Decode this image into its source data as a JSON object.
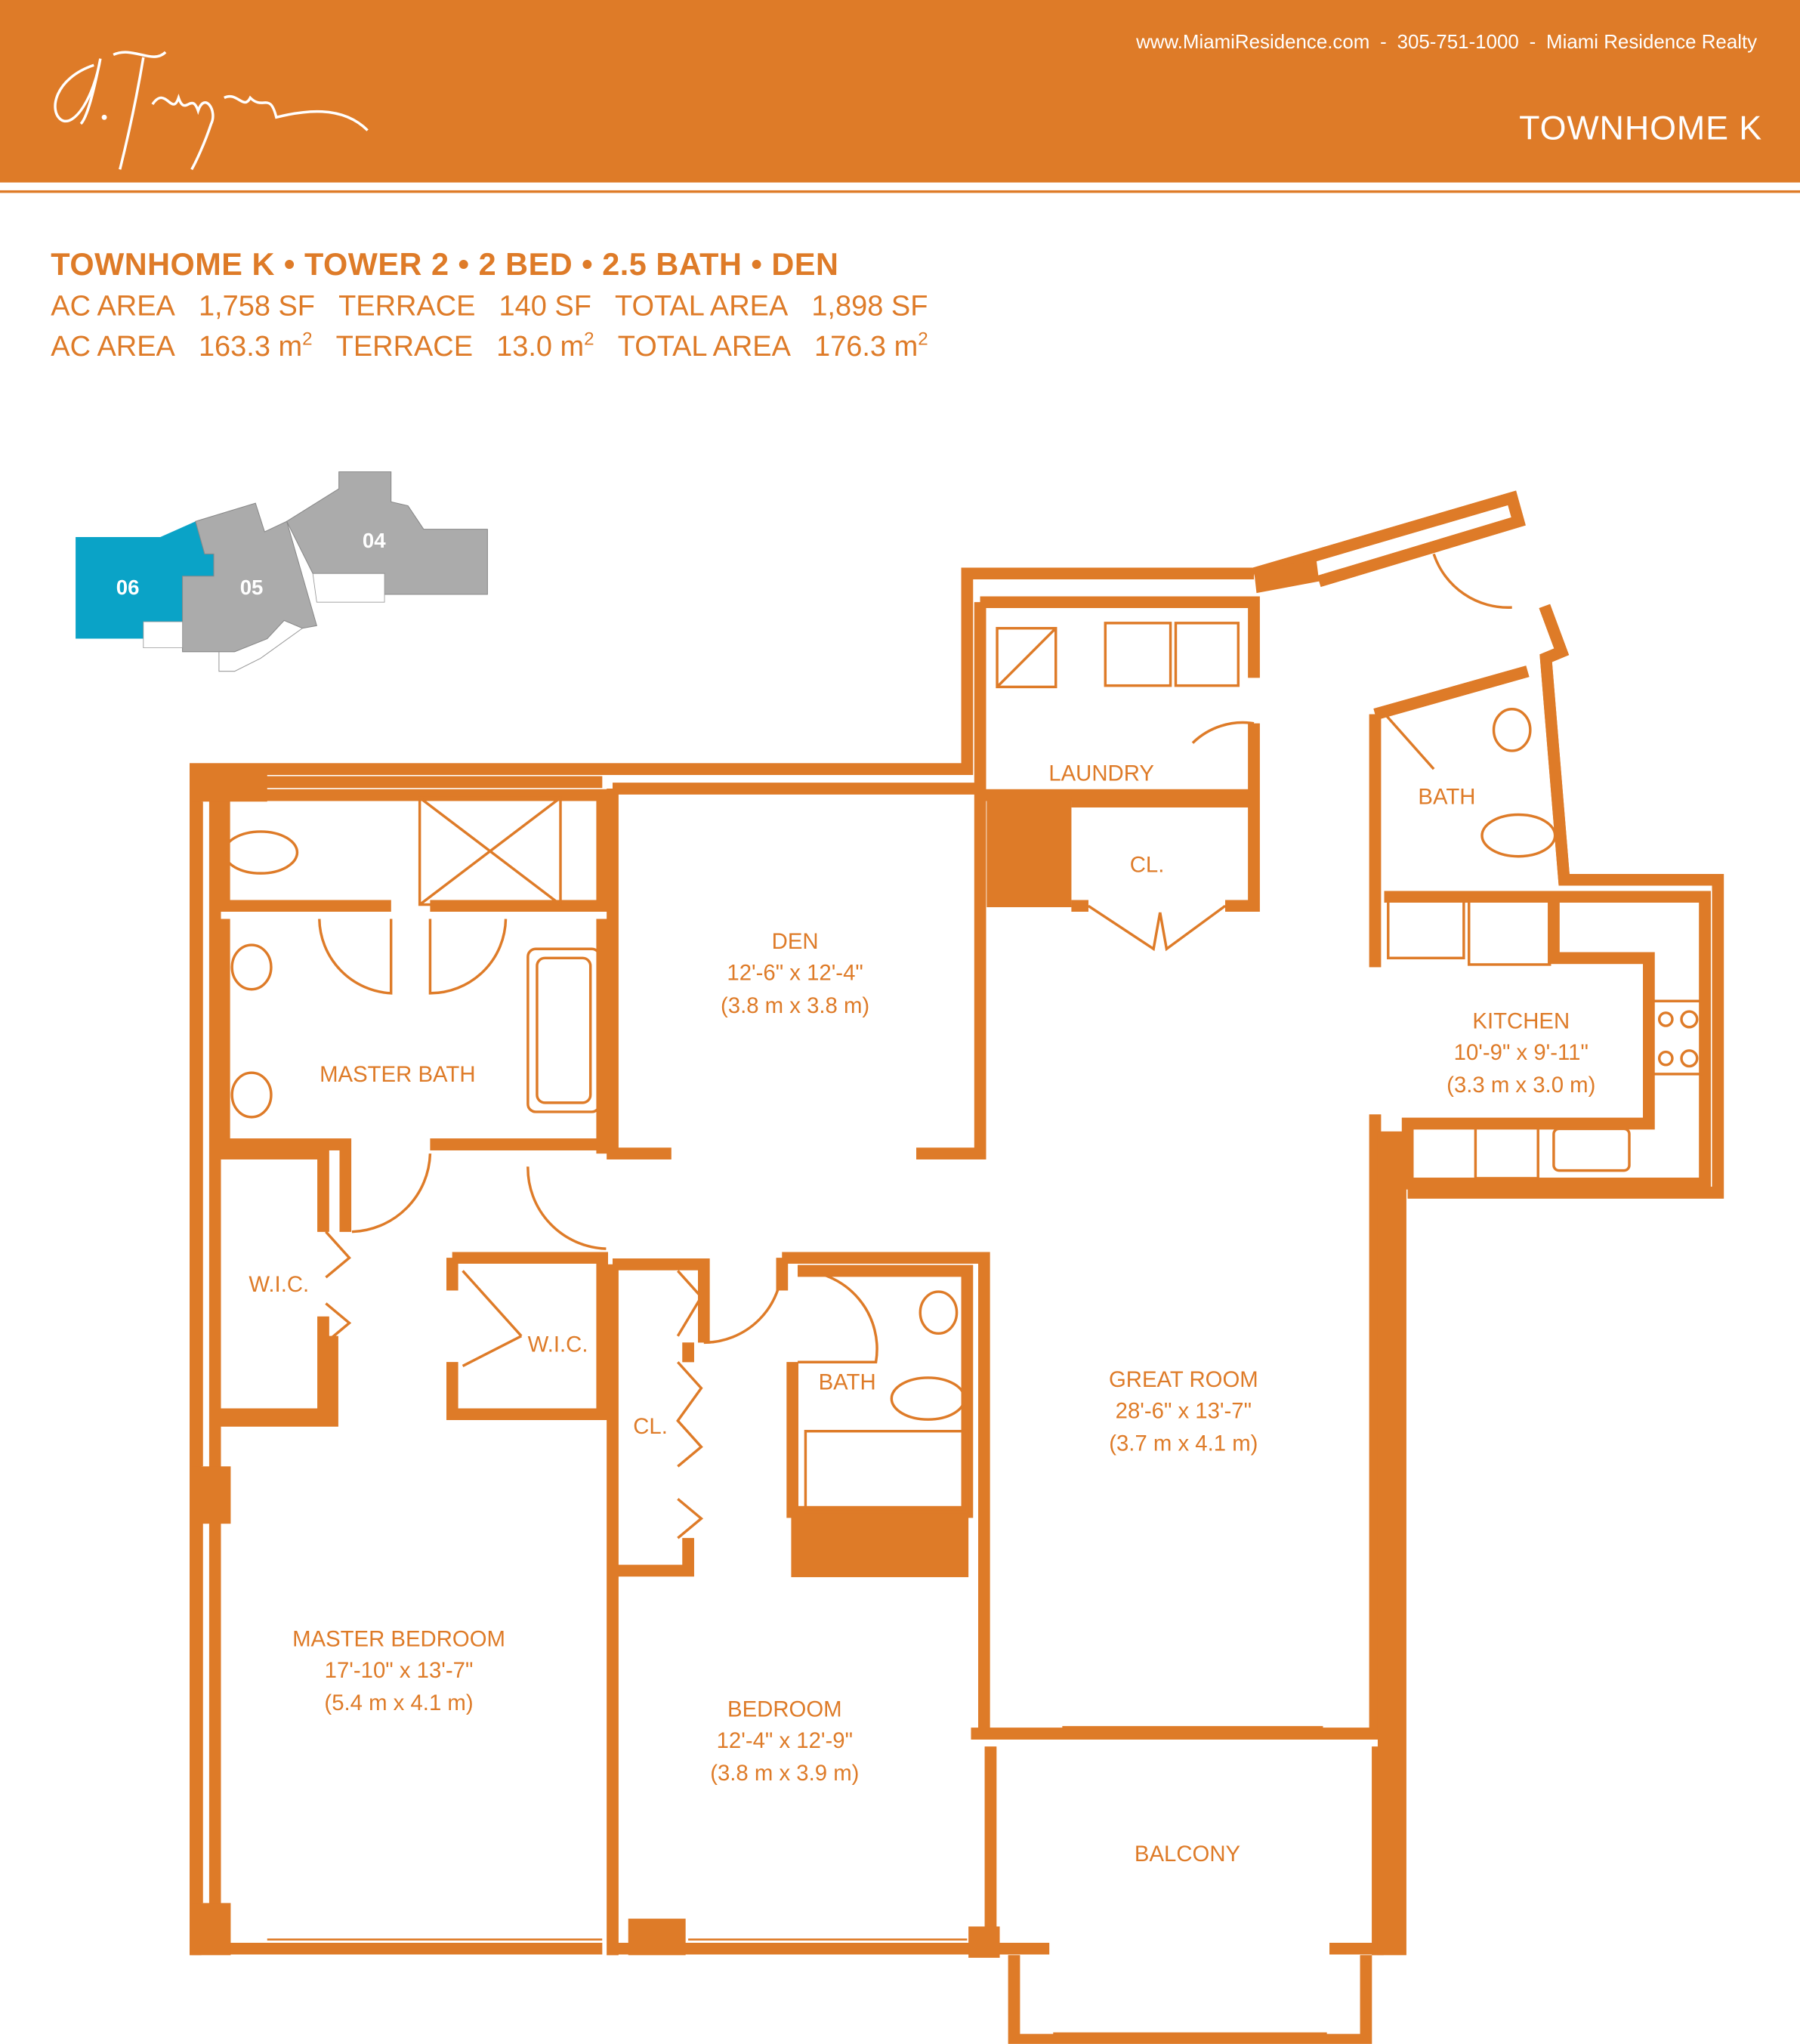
{
  "header": {
    "logo_text": "St. Tropez",
    "website": "www.MiamiResidence.com",
    "phone": "305-751-1000",
    "realty": "Miami Residence Realty",
    "separator": "-",
    "unit_title": "TOWNHOME K"
  },
  "specs": {
    "headline": "TOWNHOME K • TOWER 2 • 2 BED • 2.5 BATH • DEN",
    "imperial": {
      "ac_label": "AC AREA",
      "ac": "1,758 SF",
      "terrace_label": "TERRACE",
      "terrace": "140 SF",
      "total_label": "TOTAL AREA",
      "total": "1,898 SF"
    },
    "metric": {
      "ac_label": "AC AREA",
      "ac": "163.3 m",
      "terrace_label": "TERRACE",
      "terrace": "13.0 m",
      "total_label": "TOTAL AREA",
      "total": "176.3 m",
      "exp": "2"
    }
  },
  "keyplan": {
    "units": [
      "06",
      "05",
      "04"
    ],
    "highlight_color": "#0AA3C7",
    "other_color": "#ABABAB"
  },
  "rooms": {
    "den": {
      "name": "DEN",
      "dim": "12'-6\" x 12'-4\"",
      "metric": "(3.8 m x 3.8 m)"
    },
    "laundry": {
      "name": "LAUNDRY"
    },
    "cl1": {
      "name": "CL."
    },
    "bath1": {
      "name": "BATH"
    },
    "kitchen": {
      "name": "KITCHEN",
      "dim": "10'-9\" x 9'-11\"",
      "metric": "(3.3 m x 3.0 m)"
    },
    "master_bath": {
      "name": "MASTER BATH"
    },
    "wic1": {
      "name": "W.I.C."
    },
    "wic2": {
      "name": "W.I.C."
    },
    "cl2": {
      "name": "CL."
    },
    "bath2": {
      "name": "BATH"
    },
    "great_room": {
      "name": "GREAT ROOM",
      "dim": "28'-6\" x 13'-7\"",
      "metric": "(3.7 m x 4.1 m)"
    },
    "master_bedroom": {
      "name": "MASTER BEDROOM",
      "dim": "17'-10\" x 13'-7\"",
      "metric": "(5.4 m x 4.1 m)"
    },
    "bedroom": {
      "name": "BEDROOM",
      "dim": "12'-4\" x 12'-9\"",
      "metric": "(3.8 m x 3.9 m)"
    },
    "balcony": {
      "name": "BALCONY"
    }
  },
  "colors": {
    "brand": "#DE7B28"
  }
}
